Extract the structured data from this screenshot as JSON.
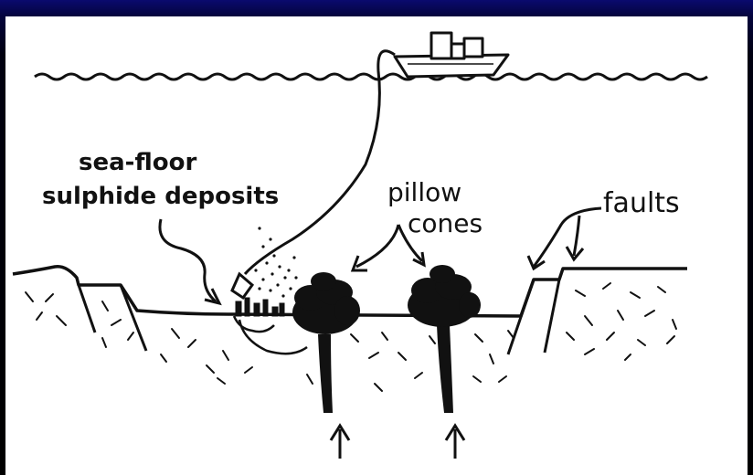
{
  "labels": {
    "seafloor_line1": "sea-floor",
    "seafloor_line2": "sulphide deposits",
    "pillow_line1": "pillow",
    "pillow_line2": "cones",
    "faults": "faults"
  },
  "colors": {
    "ink": "#111111",
    "paper": "#ffffff",
    "frame": "#05054a"
  }
}
